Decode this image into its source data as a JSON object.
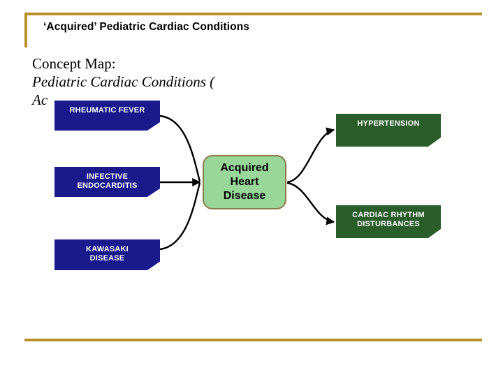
{
  "slide": {
    "title": "‘Acquired’ Pediatric Cardiac Conditions",
    "body_lines": [
      "Concept Map:",
      "Pediatric Cardiac Conditions (",
      "Ac"
    ],
    "accent_color": "#b8912a",
    "background_color": "#ffffff"
  },
  "diagram": {
    "type": "concept-map",
    "center": {
      "label": "Acquired\nHeart\nDisease",
      "line1": "Acquired",
      "line2": "Heart",
      "line3": "Disease",
      "fill": "#99d699",
      "border": "#8a7a4a",
      "text_color": "#000000"
    },
    "causes": [
      {
        "id": "rheumatic-fever",
        "line1": "RHEUMATIC FEVER",
        "line2": "",
        "fill": "#1a1a8c",
        "text_color": "#ffffff"
      },
      {
        "id": "infective-endocarditis",
        "line1": "INFECTIVE",
        "line2": "ENDOCARDITIS",
        "fill": "#1a1a8c",
        "text_color": "#ffffff"
      },
      {
        "id": "kawasaki-disease",
        "line1": "KAWASAKI",
        "line2": "DISEASE",
        "fill": "#1a1a8c",
        "text_color": "#ffffff"
      }
    ],
    "effects": [
      {
        "id": "hypertension",
        "line1": "HYPERTENSION",
        "line2": "",
        "fill": "#2a5d2a",
        "text_color": "#ffffff"
      },
      {
        "id": "cardiac-rhythm-disturbances",
        "line1": "CARDIAC RHYTHM",
        "line2": "DISTURBANCES",
        "fill": "#2a5d2a",
        "text_color": "#ffffff"
      }
    ],
    "connector_color": "#000000"
  }
}
